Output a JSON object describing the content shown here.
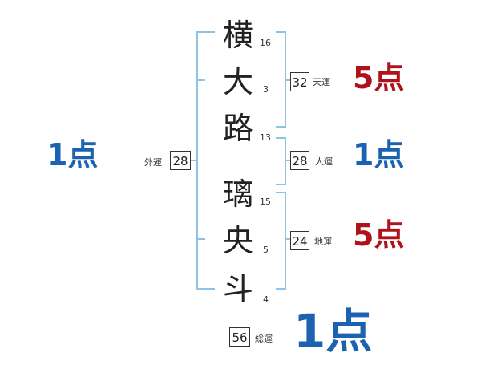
{
  "name": {
    "chars": [
      {
        "char": "横",
        "strokes": "16"
      },
      {
        "char": "大",
        "strokes": "3"
      },
      {
        "char": "路",
        "strokes": "13"
      },
      {
        "char": "璃",
        "strokes": "15"
      },
      {
        "char": "央",
        "strokes": "5"
      },
      {
        "char": "斗",
        "strokes": "4"
      }
    ]
  },
  "fortunes": {
    "tenkaku": {
      "label": "天運",
      "value": "32",
      "score": "5点"
    },
    "jinkaku": {
      "label": "人運",
      "value": "28",
      "score": "1点"
    },
    "chikaku": {
      "label": "地運",
      "value": "24",
      "score": "5点"
    },
    "gaikaku": {
      "label": "外運",
      "value": "28",
      "score": "1点"
    },
    "soukaku": {
      "label": "総運",
      "value": "56",
      "score": "1点"
    }
  },
  "colors": {
    "bracket": "#8ec3e6",
    "score_high": "#b0121b",
    "score_low": "#1b63b0"
  }
}
